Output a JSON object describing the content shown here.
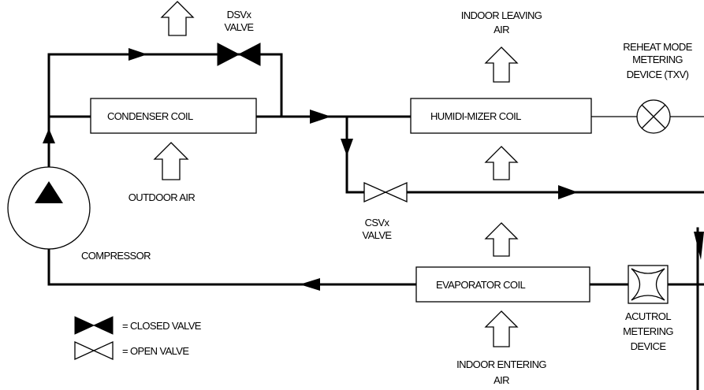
{
  "labels": {
    "dsv_valve": [
      "DSVx",
      "VALVE"
    ],
    "indoor_leaving_air": [
      "INDOOR LEAVING",
      "AIR"
    ],
    "reheat_metering": [
      "REHEAT MODE",
      "METERING",
      "DEVICE (TXV)"
    ],
    "condenser_coil": "CONDENSER COIL",
    "humidimizer_coil": "HUMIDI-MIZER COIL",
    "outdoor_air": "OUTDOOR AIR",
    "csv_valve": [
      "CSVx",
      "VALVE"
    ],
    "compressor": "COMPRESSOR",
    "evaporator_coil": "EVAPORATOR COIL",
    "acutrol_metering": [
      "ACUTROL",
      "METERING",
      "DEVICE"
    ],
    "indoor_entering_air": [
      "INDOOR ENTERING",
      "AIR"
    ]
  },
  "legend": {
    "closed_valve": "= CLOSED VALVE",
    "open_valve": "= OPEN VALVE"
  },
  "colors": {
    "line": "#000000",
    "background": "#ffffff"
  }
}
